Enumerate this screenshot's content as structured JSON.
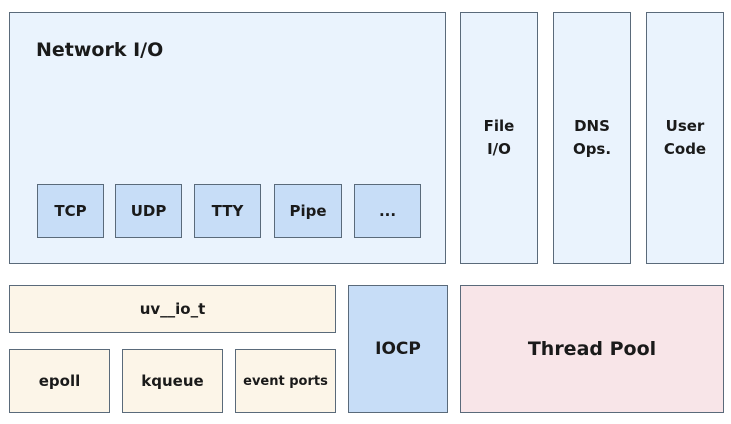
{
  "network": {
    "title": "Network I/O",
    "items": [
      "TCP",
      "UDP",
      "TTY",
      "Pipe",
      "..."
    ]
  },
  "side": {
    "file_io": "File\nI/O",
    "dns": "DNS\nOps.",
    "user_code": "User\nCode"
  },
  "unix": {
    "uv_io_t": "uv__io_t",
    "backends": [
      "epoll",
      "kqueue",
      "event ports"
    ]
  },
  "iocp": "IOCP",
  "thread_pool": "Thread Pool",
  "colors": {
    "light_blue": "#eaf3fd",
    "mid_blue": "#c7ddf7",
    "cream": "#fcf5e8",
    "pink": "#f8e5e8",
    "border": "#5a6a7a"
  }
}
